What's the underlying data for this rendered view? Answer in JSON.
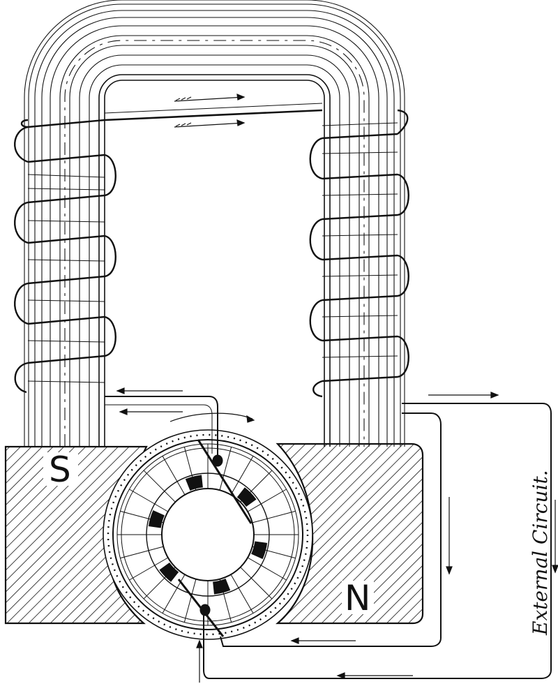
{
  "labels": {
    "south_pole": "S",
    "north_pole": "N",
    "external_circuit": "External Circuit."
  },
  "colors": {
    "ink": "#111111",
    "paper": "#ffffff"
  }
}
